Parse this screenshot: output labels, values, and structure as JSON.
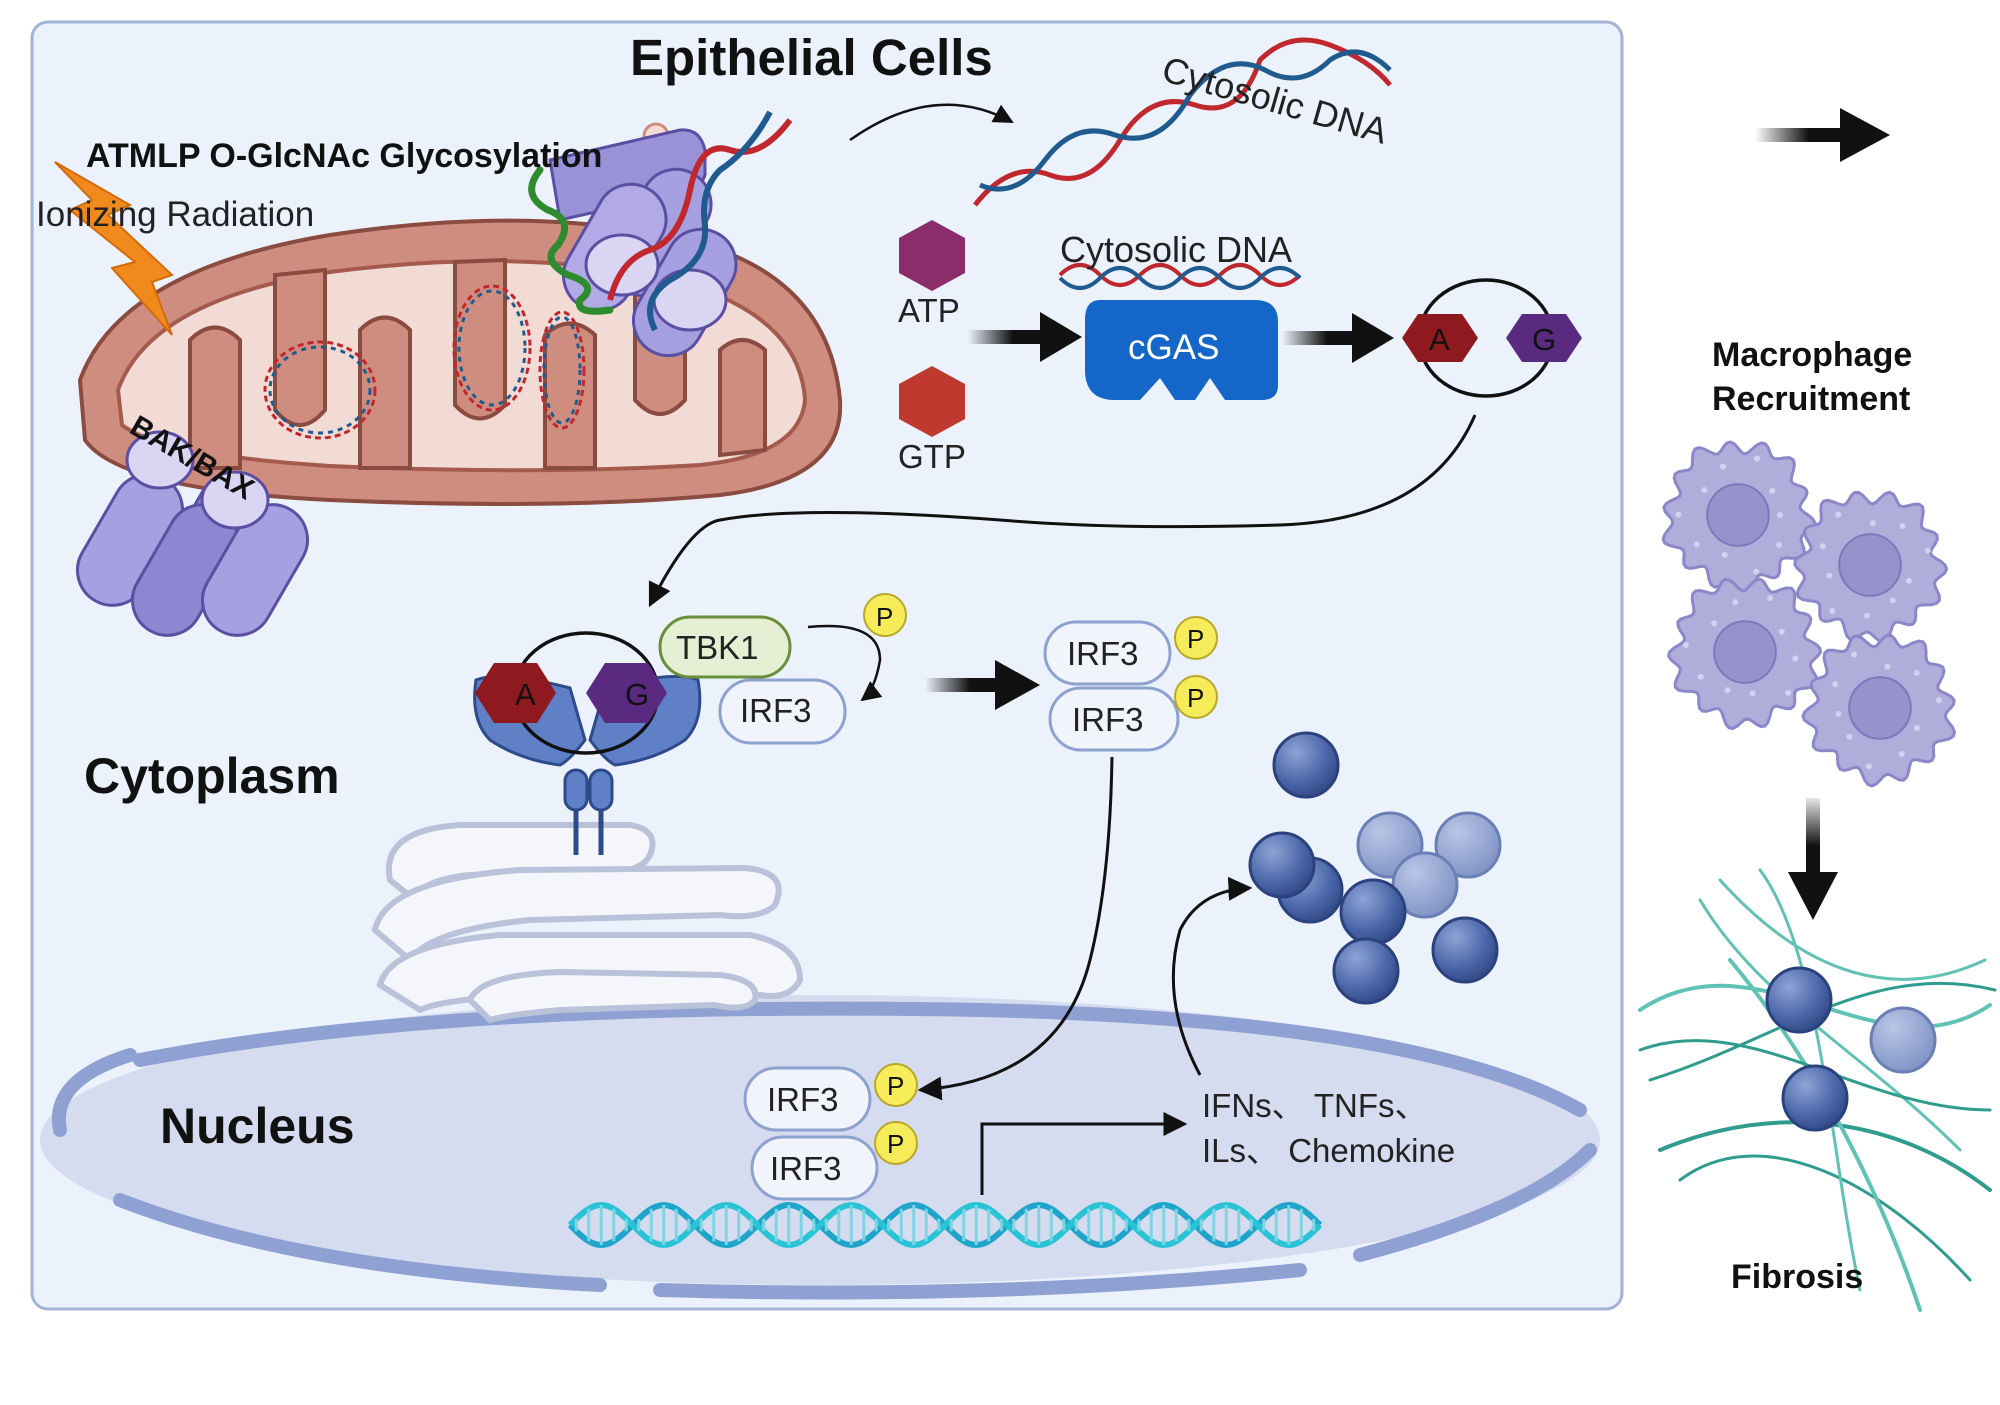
{
  "titles": {
    "epithelial": "Epithelial Cells",
    "cytoplasm": "Cytoplasm",
    "nucleus": "Nucleus",
    "macrophage_line1": "Macrophage",
    "macrophage_line2": "Recruitment",
    "fibrosis": "Fibrosis"
  },
  "mito": {
    "glyco": "ATMLP O-GlcNAc Glycosylation",
    "radiation": "Ionizing Radiation",
    "bakbax": "BAK/BAX"
  },
  "dna": {
    "cytosolic_top": "Cytosolic DNA",
    "cytosolic_cgas": "Cytosolic DNA"
  },
  "nucleotides": {
    "atp": "ATP",
    "gtp": "GTP"
  },
  "enzymes": {
    "cgas": "cGAS",
    "tbk1": "TBK1"
  },
  "cgamp": {
    "a": "A",
    "g": "G"
  },
  "irf3": {
    "label": "IRF3",
    "phospho": "P"
  },
  "cytokines": {
    "line1": "IFNs、 TNFs、",
    "line2": "ILs、 Chemokine"
  },
  "colors": {
    "panel_bg": "#ebf2fb",
    "panel_border": "#a3b3d6",
    "mito_outer": "#cf8d80",
    "mito_inner": "#f2dbd5",
    "channel": "#a69fe0",
    "cgas": "#1467c8",
    "adenine": "#8e1a1f",
    "guanine": "#5a2a80",
    "atp": "#8b2d6b",
    "gtp": "#c0392f",
    "phospho": "#f6ec5a",
    "macrophage": "#b0addb",
    "cytokine_ball": "#4a66a8",
    "fibrosis": "#2f9c8e"
  }
}
